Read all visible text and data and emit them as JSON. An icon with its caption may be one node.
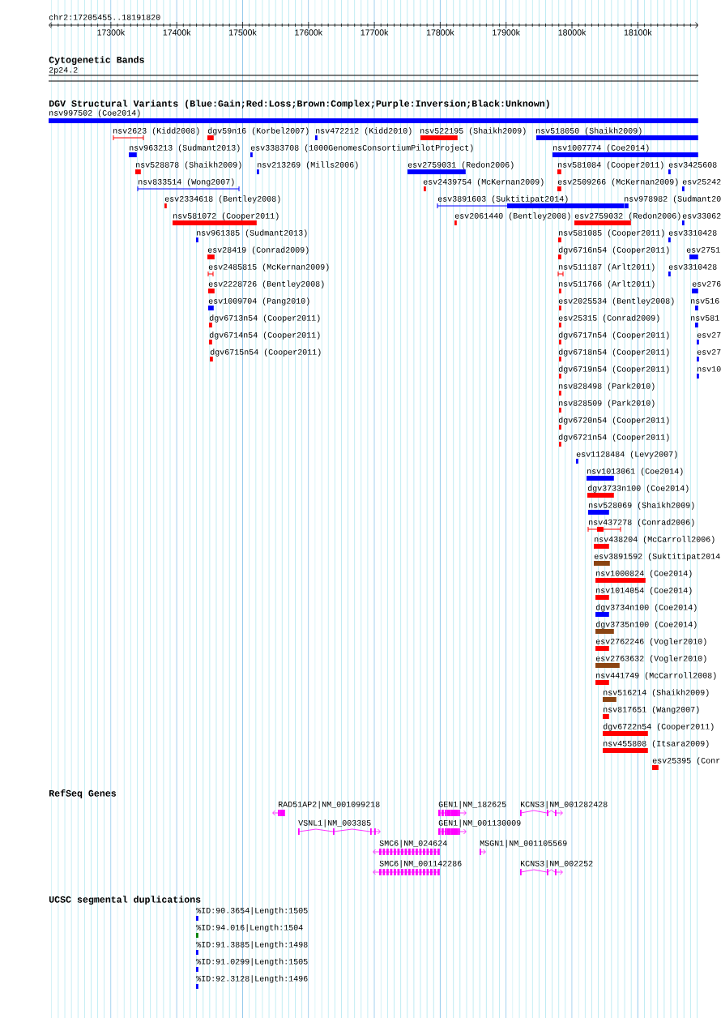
{
  "diagram": {
    "labels": [
      "chr2:17205455..18191820",
      "17300k",
      "17400k",
      "17500k",
      "17600k",
      "17700k",
      "17800k",
      "17900k",
      "18000k",
      "18100k",
      "Cytogenetic Bands",
      "2p24.2",
      "DGV Structural Variants (Blue:Gain;Red:Loss;Brown:Complex;Purple:Inversion;Black:Unknown)",
      "nsv997502 (Coe2014)",
      "nsv2623 (Kidd2008)",
      "dgv59n16 (Korbel2007)",
      "nsv472212 (Kidd2010)",
      "nsv522195 (Shaikh2009)",
      "nsv518050 (Shaikh2009)",
      "nsv963213 (Sudmant2013)",
      "esv3383708 (1000GenomesConsortiumPilotProject)",
      "nsv1007774 (Coe2014)",
      "nsv528878 (Shaikh2009)",
      "nsv213269 (Mills2006)",
      "esv2759031 (Redon2006)",
      "nsv581084 (Cooper2011)",
      "esv3425608",
      "nsv833514 (Wong2007)",
      "esv2439754 (McKernan2009)",
      "esv2509266 (McKernan2009)",
      "esv25242",
      "esv2334618 (Bentley2008)",
      "esv3891603 (Suktitipat2014)",
      "nsv978982 (Sudmant20",
      "nsv581072 (Cooper2011)",
      "esv2061440 (Bentley2008)",
      "esv2759032 (Redon2006)",
      "esv33062",
      "nsv961385 (Sudmant2013)",
      "nsv581085 (Cooper2011)",
      "esv3310428",
      "esv28419 (Conrad2009)",
      "dgv6716n54 (Cooper2011)",
      "esv2751",
      "esv2485815 (McKernan2009)",
      "nsv511187 (Arlt2011)",
      "esv3310428",
      "esv2228726 (Bentley2008)",
      "nsv511766 (Arlt2011)",
      "esv276",
      "esv1009704 (Pang2010)",
      "esv2025534 (Bentley2008)",
      "nsv516",
      "dgv6713n54 (Cooper2011)",
      "esv25315 (Conrad2009)",
      "nsv581",
      "dgv6714n54 (Cooper2011)",
      "dgv6717n54 (Cooper2011)",
      "esv27",
      "dgv6715n54 (Cooper2011)",
      "dgv6718n54 (Cooper2011)",
      "esv27",
      "dgv6719n54 (Cooper2011)",
      "nsv10",
      "nsv828498 (Park2010)",
      "nsv828509 (Park2010)",
      "dgv6720n54 (Cooper2011)",
      "dgv6721n54 (Cooper2011)",
      "esv1128484 (Levy2007)",
      "nsv1013061 (Coe2014)",
      "dgv3733n100 (Coe2014)",
      "nsv528069 (Shaikh2009)",
      "nsv437278 (Conrad2006)",
      "nsv438204 (McCarroll2006)",
      "esv3891592 (Suktitipat2014",
      "nsv1000824 (Coe2014)",
      "nsv1014054 (Coe2014)",
      "dgv3734n100 (Coe2014)",
      "dgv3735n100 (Coe2014)",
      "esv2762246 (Vogler2010)",
      "esv2763632 (Vogler2010)",
      "nsv441749 (McCarroll2008)",
      "nsv516214 (Shaikh2009)",
      "nsv817651 (Wang2007)",
      "dgv6722n54 (Cooper2011)",
      "nsv455808 (Itsara2009)",
      "esv25395 (Conr",
      "RefSeq Genes",
      "RAD51AP2|NM_001099218",
      "GEN1|NM_182625",
      "KCNS3|NM_001282428",
      "VSNL1|NM_003385",
      "GEN1|NM_001130009",
      "SMC6|NM_024624",
      "MSGN1|NM_001105569",
      "SMC6|NM_001142286",
      "KCNS3|NM_002252",
      "UCSC segmental duplications",
      "%ID:90.3654|Length:1505",
      "%ID:94.016|Length:1504",
      "%ID:91.3885|Length:1498",
      "%ID:91.0299|Length:1505",
      "%ID:92.3128|Length:1496"
    ]
  }
}
